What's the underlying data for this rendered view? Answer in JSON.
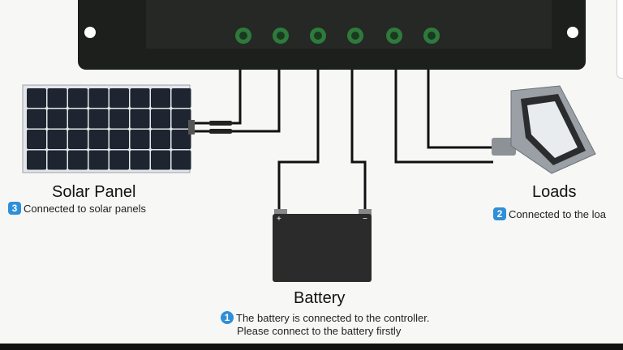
{
  "components": {
    "solar_panel": {
      "title": "Solar Panel",
      "step": "3",
      "note": "Connected to solar panels"
    },
    "loads": {
      "title": "Loads",
      "step": "2",
      "note": "Connected to the loa"
    },
    "battery": {
      "title": "Battery",
      "step": "1",
      "note_line1": "The battery is connected to the controller.",
      "note_line2": "Please connect to the battery firstly",
      "positive_sign": "+",
      "negative_sign": "−"
    }
  },
  "colors": {
    "background": "#f7f8f6",
    "controller": "#1d1f1d",
    "terminal": "#2e7a3c",
    "wire": "#111111",
    "badge": "#2f8fd8"
  }
}
